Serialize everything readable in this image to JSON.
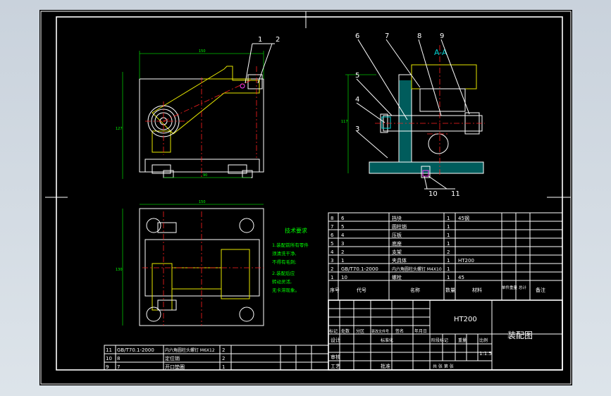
{
  "balloons_left": [
    "1",
    "2"
  ],
  "balloons_right": [
    "6",
    "7",
    "8",
    "9",
    "5",
    "4",
    "3",
    "10",
    "11"
  ],
  "section_label": "A-A",
  "dims": {
    "front_width": "150",
    "front_height": "127",
    "front_inner": "90",
    "side_height": "117",
    "top_width": "150",
    "top_height": "130"
  },
  "tech_req": {
    "title": "技术要求",
    "lines": [
      "1.装配前所有零件",
      "须清洗干净,",
      "不得有毛刺;",
      "2.装配后应",
      "转动灵活,",
      "无卡滞现象。"
    ]
  },
  "bom_top": [
    {
      "no": "8",
      "code": "6",
      "name": "挡块",
      "qty": "1",
      "mat": "45钢"
    },
    {
      "no": "7",
      "code": "5",
      "name": "圆柱销",
      "qty": "1",
      "mat": ""
    },
    {
      "no": "6",
      "code": "4",
      "name": "压板",
      "qty": "1",
      "mat": ""
    },
    {
      "no": "5",
      "code": "3",
      "name": "底座",
      "qty": "1",
      "mat": ""
    },
    {
      "no": "4",
      "code": "2",
      "name": "支架",
      "qty": "2",
      "mat": ""
    },
    {
      "no": "3",
      "code": "1",
      "name": "夹具体",
      "qty": "1",
      "mat": "HT200"
    },
    {
      "no": "2",
      "code": "GB/T70.1-2000",
      "name": "内六角圆柱头螺钉 M4X10",
      "qty": "1",
      "mat": ""
    },
    {
      "no": "1",
      "code": "10",
      "name": "螺栓",
      "qty": "1",
      "mat": "45"
    }
  ],
  "bom_header": {
    "no": "序号",
    "code": "代号",
    "name": "名称",
    "qty": "数量",
    "mat": "材料",
    "weight": "单件重量",
    "total": "总计",
    "note": "备注"
  },
  "bom_bottom": [
    {
      "no": "11",
      "code": "GB/T70.1-2000",
      "name": "内六角圆柱头螺钉 M6X12",
      "qty": "2"
    },
    {
      "no": "10",
      "code": "8",
      "name": "定位销",
      "qty": "2"
    },
    {
      "no": "9",
      "code": "7",
      "name": "开口垫圈",
      "qty": "1"
    }
  ],
  "title_block": {
    "material": "HT200",
    "drawing_name": "装配图",
    "scale": "1:1.5",
    "labels": {
      "mark": "标记",
      "count": "处数",
      "zone": "分区",
      "change_doc": "更改文件号",
      "sign": "签名",
      "date": "年月日",
      "design": "设计",
      "standardize": "标准化",
      "review": "审核",
      "process": "工艺",
      "approve": "批准",
      "stage": "阶段标记",
      "weight": "重量",
      "scale_label": "比例",
      "sheet": "共 张 第 张"
    }
  }
}
